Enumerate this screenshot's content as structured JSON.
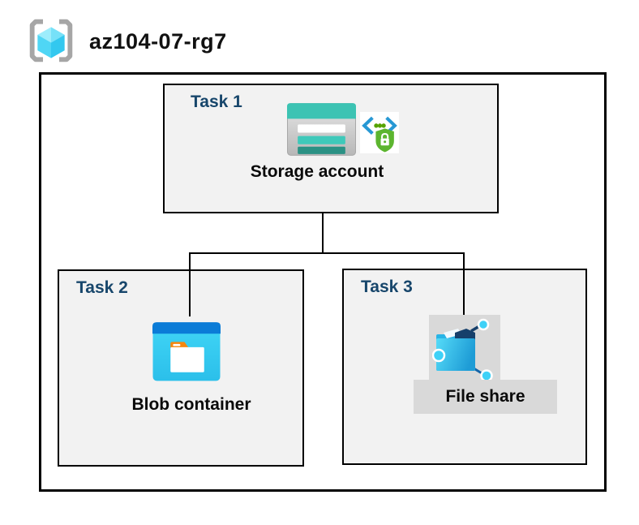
{
  "header": {
    "title": "az104-07-rg7",
    "icon": "resource-group-icon"
  },
  "diagram": {
    "tasks": [
      {
        "label": "Task 1",
        "resource": "Storage account",
        "icons": [
          "storage-account-icon",
          "secure-access-shield-lock-icon"
        ]
      },
      {
        "label": "Task 2",
        "resource": "Blob container",
        "icons": [
          "blob-container-icon"
        ]
      },
      {
        "label": "Task 3",
        "resource": "File share",
        "icons": [
          "file-share-icon"
        ],
        "highlighted": true
      }
    ],
    "connections": [
      {
        "from": "Storage account",
        "to": "Blob container"
      },
      {
        "from": "Storage account",
        "to": "File share"
      }
    ]
  },
  "colors": {
    "task_label": "#17466B",
    "box_background": "#F2F2F2",
    "box_border": "#000000",
    "selection_highlight": "#D9D9D9",
    "storage_teal": "#3CC3B3",
    "storage_teal_dark": "#2B9184",
    "blob_bar_blue": "#0B7CD7",
    "blob_body_cyan": "#3ED4F5",
    "folder_tab_orange": "#F5870F",
    "shield_green": "#5CB52F",
    "file_share_navy": "#16406B",
    "node_cyan": "#3ED1F7",
    "bracket_gray": "#A6A6A6"
  }
}
